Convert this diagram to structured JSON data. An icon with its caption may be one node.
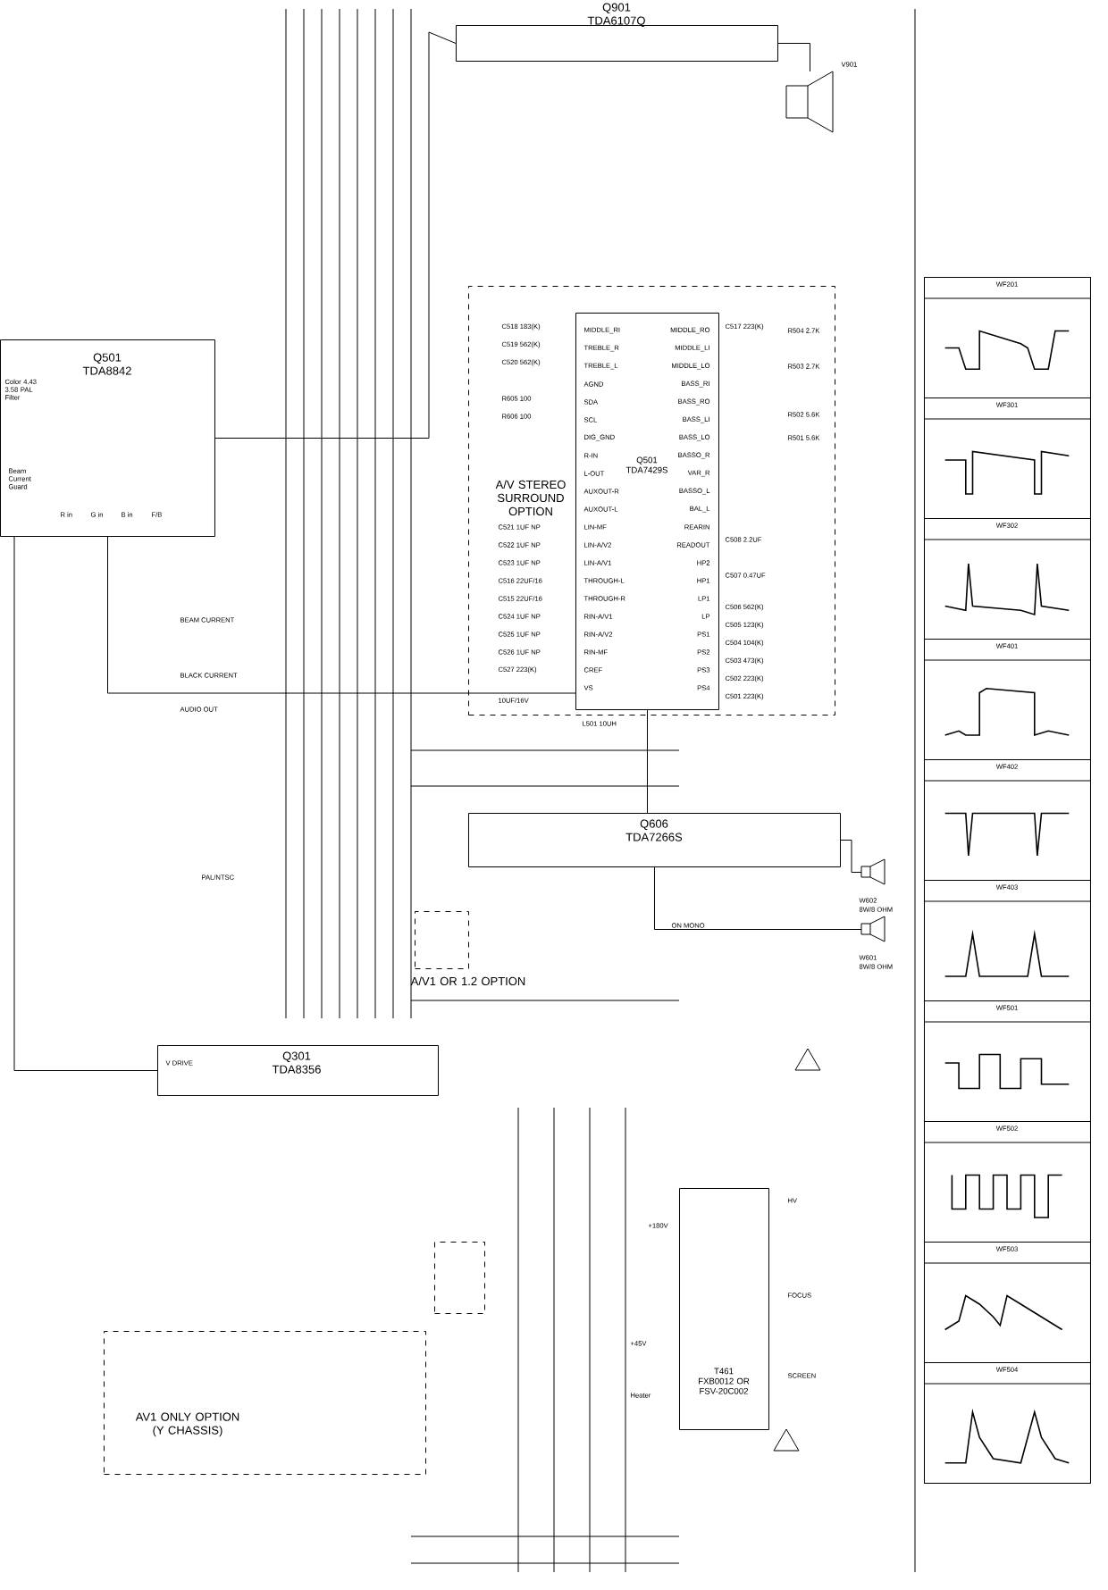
{
  "diagram": {
    "nodes": [
      {
        "text": [
          "Q901",
          "TDA6107Q"
        ]
      },
      {
        "text": [
          "Q501",
          "TDA8842"
        ]
      },
      {
        "text": [
          "A/V STEREO SURROUND OPTION"
        ]
      },
      {
        "text": [
          "Q501",
          "TDA7429S"
        ],
        "in": 2
      },
      {
        "text": [
          "Q606",
          "TDA7266S"
        ]
      },
      {
        "text": [
          "Q301",
          "TDA8356"
        ]
      },
      {
        "text": [
          "T461",
          "FXB0012 OR FSV-20C002"
        ]
      },
      {
        "text": [
          "A/V1 OR 1.2 OPTION"
        ]
      },
      {
        "text": [
          "AV1 ONLY OPTION (Y CHASSIS)"
        ]
      },
      {
        "text": [],
        "shape": "box"
      },
      {
        "text": [],
        "shape": "picture",
        "beside": [
          "W602",
          "8W/8 OHM"
        ]
      },
      {
        "text": [],
        "shape": "picture",
        "beside": [
          "W601",
          "8W/8 OHM"
        ]
      },
      {
        "text": [],
        "shape": "picture",
        "beside": [
          "V901"
        ]
      },
      {
        "text": [],
        "shape": "box"
      },
      {
        "text": [
          "WF201"
        ],
        "in": 13
      },
      {
        "text": [
          "WF301"
        ],
        "in": 13
      },
      {
        "text": [
          "WF302"
        ],
        "in": 13
      },
      {
        "text": [
          "WF401"
        ],
        "in": 13
      },
      {
        "text": [
          "WF402"
        ],
        "in": 13
      },
      {
        "text": [
          "WF403"
        ],
        "in": 13
      },
      {
        "text": [
          "WF501"
        ],
        "in": 13
      },
      {
        "text": [
          "WF502"
        ],
        "in": 13
      },
      {
        "text": [
          "WF503"
        ],
        "in": 13
      },
      {
        "text": [
          "WF504"
        ],
        "in": 13
      }
    ],
    "edges": [
      {
        "from": 1,
        "to": 0,
        "arrow": "none"
      },
      {
        "from": 1,
        "to": 3,
        "arrow": "none"
      },
      {
        "from": 3,
        "to": 4,
        "arrow": "none"
      },
      {
        "from": 4,
        "to": 10,
        "arrow": "none"
      },
      {
        "from": 4,
        "to": 11,
        "arrow": "none"
      },
      {
        "from": 1,
        "to": 5,
        "arrow": "none"
      },
      {
        "from": 0,
        "to": 12,
        "arrow": "none"
      }
    ],
    "labels": [
      "MIDDLE_RI",
      "TREBLE_R",
      "TREBLE_L",
      "AGND",
      "SDA",
      "SCL",
      "DIG_GND",
      "R-IN",
      "L-OUT",
      "AUXOUT-R",
      "AUXOUT-L",
      "LIN-MF",
      "LIN-A/V2",
      "LIN-A/V1",
      "THROUGH-L",
      "THROUGH-R",
      "RIN-A/V1",
      "RIN-A/V2",
      "RIN-MF",
      "CREF",
      "VS",
      "MIDDLE_RO",
      "MIDDLE_LI",
      "MIDDLE_LO",
      "BASS_RI",
      "BASS_RO",
      "BASS_LI",
      "BASS_LO",
      "BASSO_R",
      "VAR_R",
      "BASSO_L",
      "BAL_L",
      "REARIN",
      "READOUT",
      "HP2",
      "HP1",
      "LP1",
      "LP",
      "PS1",
      "PS2",
      "PS3",
      "PS4",
      "C518 183(K)",
      "C519 562(K)",
      "C520 562(K)",
      "R605 100",
      "R606 100",
      "C521 1UF NP",
      "C522 1UF NP",
      "C523 1UF NP",
      "C516 22UF/16",
      "C515 22UF/16",
      "C524 1UF NP",
      "C525 1UF NP",
      "C526 1UF NP",
      "C527 223(K)",
      "10UF/16V",
      "L501 10UH",
      "C517 223(K)",
      "R504 2.7K",
      "R503 2.7K",
      "R502 5.6K",
      "R501 5.6K",
      "C508 2.2UF",
      "C507 0.47UF",
      "C506 562(K)",
      "C505 123(K)",
      "C504 104(K)",
      "C503 473(K)",
      "C502 223(K)",
      "C501 223(K)",
      "Color 4.43 3.58 PAL Filter",
      "Beam Current Guard",
      "R in",
      "G in",
      "B in",
      "F/B",
      "BEAM CURRENT",
      "BLACK CURRENT",
      "AUDIO OUT",
      "PAL/NTSC",
      "V DRIVE",
      "ON MONO",
      "HV",
      "FOCUS",
      "SCREEN",
      "Heater",
      "+180V",
      "+45V"
    ]
  }
}
